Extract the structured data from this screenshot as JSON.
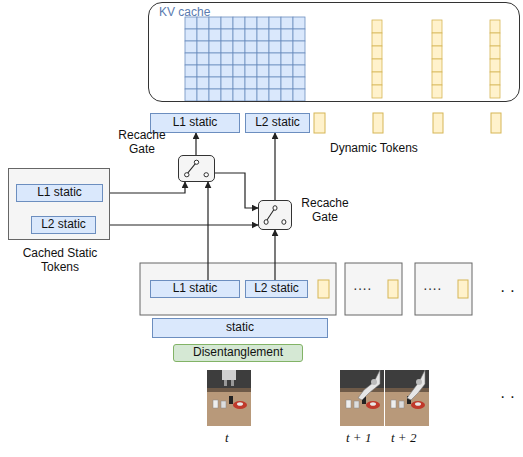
{
  "diagram": {
    "nodes": [
      {
        "text": [
          "KV cache"
        ]
      },
      {
        "text": [
          "L1 static"
        ]
      },
      {
        "text": [
          "L2 static"
        ]
      },
      {
        "text": [
          "Recache Gate"
        ]
      },
      {
        "text": [
          "Cached Static Tokens"
        ]
      },
      {
        "text": [
          "L1 static"
        ],
        "in": 4
      },
      {
        "text": [
          "L2 static"
        ],
        "in": 4
      },
      {
        "text": [
          "Recache Gate"
        ]
      },
      {
        "text": [
          "L1 static"
        ]
      },
      {
        "text": [
          "L2 static"
        ]
      },
      {
        "text": [
          "static"
        ]
      },
      {
        "text": [
          "Disentanglement"
        ]
      }
    ],
    "edges": [
      {
        "from": 3,
        "to": 1,
        "arrow": "to"
      },
      {
        "from": 7,
        "to": 2,
        "arrow": "to"
      },
      {
        "from": 5,
        "to": 3,
        "arrow": "to"
      },
      {
        "from": 6,
        "to": 7,
        "arrow": "to"
      },
      {
        "from": 8,
        "to": 3,
        "arrow": "to"
      },
      {
        "from": 9,
        "to": 7,
        "arrow": "to"
      },
      {
        "from": 3,
        "to": 7,
        "arrow": "to"
      }
    ],
    "labels": [
      "Dynamic Tokens",
      "····",
      "····",
      "· ·",
      "t",
      "t + 1",
      "t + 2",
      "· ·"
    ]
  }
}
